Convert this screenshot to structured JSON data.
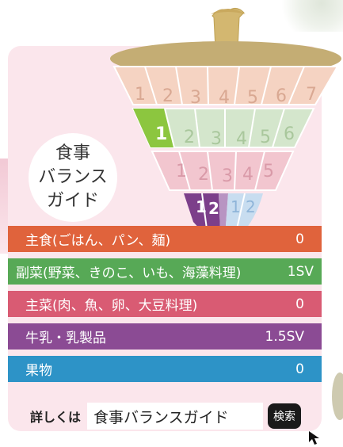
{
  "guide": {
    "title_lines": [
      "食事",
      "バランス",
      "ガイド"
    ]
  },
  "spinner": {
    "grain_numbers": [
      "1",
      "2",
      "3",
      "4",
      "5",
      "6",
      "7"
    ],
    "vegetable_numbers": [
      "1",
      "2",
      "3",
      "4",
      "5",
      "6"
    ],
    "main_numbers": [
      "1",
      "2",
      "3",
      "4",
      "5"
    ],
    "milk_numbers": [
      "1",
      "2"
    ],
    "fruit_numbers": [
      "1",
      "2"
    ],
    "vegetable_filled": 1,
    "milk_filled": 1.5
  },
  "categories": [
    {
      "label": "主食(ごはん、パン、麺)",
      "value": "0",
      "color": "#e0633c"
    },
    {
      "label": "副菜(野菜、きのこ、いも、海藻料理)",
      "value": "1SV",
      "color": "#57a956"
    },
    {
      "label": "主菜(肉、魚、卵、大豆料理)",
      "value": "0",
      "color": "#d95b73"
    },
    {
      "label": "牛乳・乳製品",
      "value": "1.5SV",
      "color": "#8b4b94"
    },
    {
      "label": "果物",
      "value": "0",
      "color": "#2d93c7"
    }
  ],
  "search": {
    "label": "詳しくは",
    "value": "食事バランスガイド",
    "button_label": "検索"
  }
}
